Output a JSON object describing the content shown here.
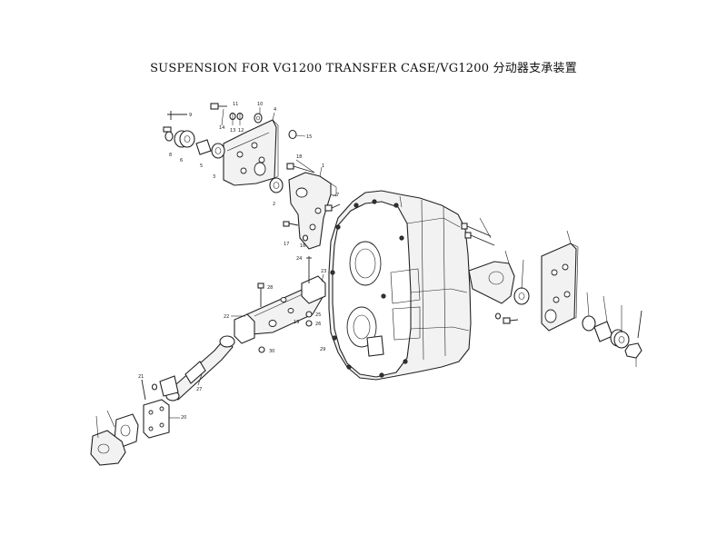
{
  "title": "SUSPENSION FOR VG1200 TRANSFER CASE/VG1200 分动器支承装置",
  "callouts": [
    {
      "id": "c1",
      "text": "1"
    },
    {
      "id": "c2",
      "text": "2"
    },
    {
      "id": "c3",
      "text": "3"
    },
    {
      "id": "c4",
      "text": "4"
    },
    {
      "id": "c5",
      "text": "5"
    },
    {
      "id": "c6",
      "text": "6"
    },
    {
      "id": "c7",
      "text": "7"
    },
    {
      "id": "c8",
      "text": "8"
    },
    {
      "id": "c9",
      "text": "9"
    },
    {
      "id": "c10",
      "text": "10"
    },
    {
      "id": "c11",
      "text": "11"
    },
    {
      "id": "c12",
      "text": "12"
    },
    {
      "id": "c13",
      "text": "13"
    },
    {
      "id": "c14",
      "text": "14"
    },
    {
      "id": "c15",
      "text": "15"
    },
    {
      "id": "c16",
      "text": "16"
    },
    {
      "id": "c17",
      "text": "17"
    },
    {
      "id": "c18",
      "text": "18"
    },
    {
      "id": "c19",
      "text": "19"
    },
    {
      "id": "c20",
      "text": "20"
    },
    {
      "id": "c21",
      "text": "21"
    },
    {
      "id": "c22",
      "text": "22"
    },
    {
      "id": "c23",
      "text": "23"
    },
    {
      "id": "c24",
      "text": "24"
    },
    {
      "id": "c25",
      "text": "25"
    },
    {
      "id": "c26",
      "text": "26"
    },
    {
      "id": "c27",
      "text": "27"
    },
    {
      "id": "c28",
      "text": "28"
    },
    {
      "id": "c29",
      "text": "29"
    },
    {
      "id": "c30",
      "text": "30"
    }
  ]
}
